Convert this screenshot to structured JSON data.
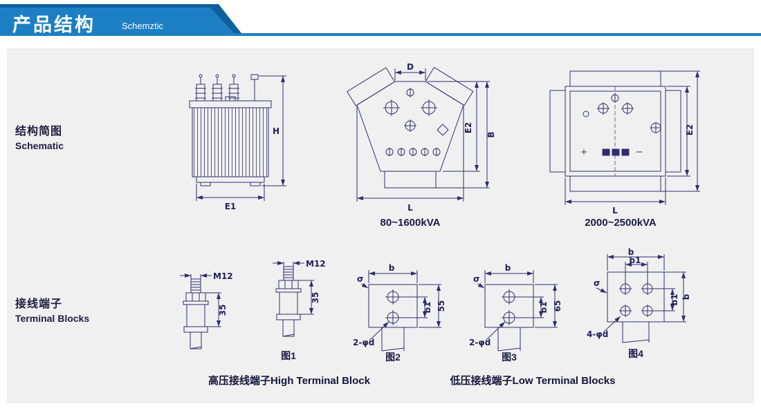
{
  "header": {
    "title_cn": "产品结构",
    "title_en": "Schemztic"
  },
  "sections": {
    "schematic": {
      "cn": "结构简图",
      "en": "Schematic"
    },
    "terminal": {
      "cn": "接线端子",
      "en": "Terminal Blocks"
    }
  },
  "schematic_row": {
    "front_view": {
      "dim_height": "H",
      "dim_width": "E1"
    },
    "triangle_view": {
      "dim_top": "D",
      "dim_inner": "E2",
      "dim_outer": "B",
      "dim_width": "L",
      "caption": "80~1600kVA"
    },
    "square_view": {
      "dim_height": "E2",
      "dim_width": "L",
      "caption": "2000~2500kVA"
    }
  },
  "terminal_row": {
    "bolt1": {
      "thread": "M12",
      "dim": "35"
    },
    "bolt2": {
      "thread": "M12",
      "dim": "35",
      "figure": "图1"
    },
    "plate2": {
      "dim_width": "b",
      "dim_inner": "b1",
      "dim_height": "55",
      "holes": "2-φd",
      "thickness": "σ",
      "figure": "图2"
    },
    "plate3": {
      "dim_width": "b",
      "dim_inner": "b1",
      "dim_height": "65",
      "holes": "2-φd",
      "thickness": "σ",
      "figure": "图3"
    },
    "plate4": {
      "dim_width": "b",
      "dim_inner": "b1",
      "dim_side": "b1",
      "dim_side_outer": "b",
      "holes": "4-φd",
      "thickness": "σ",
      "figure": "图4"
    }
  },
  "captions": {
    "high_voltage": "高压接线端子High Terminal Block",
    "low_voltage": "低压接线端子Low Terminal Blocks"
  },
  "colors": {
    "banner_blue": "#1c7fc3",
    "banner_dark": "#0e5fa0",
    "line_navy": "#2e2e6e",
    "panel_bg": "#f0f0f1"
  }
}
